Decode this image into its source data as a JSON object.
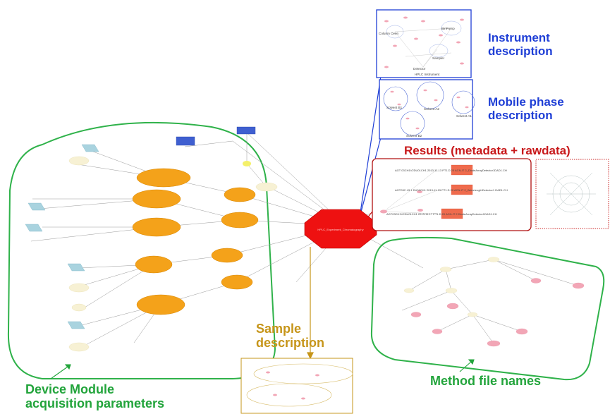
{
  "labels": {
    "instrument": [
      "Instrument",
      "description"
    ],
    "mobile_phase": [
      "Mobile phase",
      "description"
    ],
    "results": "Results (metadata + rawdata)",
    "sample": [
      "Sample",
      "description"
    ],
    "device": [
      "Device Module",
      "acquisition parameters"
    ],
    "method": "Method file names"
  },
  "mobile_phase_nodes": [
    "Solvent B1",
    "Solvent A2",
    "Solvent A1",
    "Solvent B2"
  ],
  "instrument_nodes": [
    "Column Oven",
    "BinPump",
    "Sampler",
    "Detector",
    "HPLC Instrument"
  ],
  "results_rows": [
    "AGT 03CH1V2DU01CH1 2013-11-13 PT1.D 20 ACN-IT 2_DiodeArrayDetector1DAD1.CH",
    "AGT03C 43 1 DU01CH1 2013-11-15  PT1.D 20 ACN-IT 2_WavelengthDetector1 DAD1.CH",
    "AGT03CH1V2DU01CH1 2013-11-17 PT1.D 20 ACN-IT 2 DiodeArrayDetector1DAD1.CH"
  ],
  "colors": {
    "blue_label": "#1f3fd6",
    "red_label": "#c8191b",
    "gold_label": "#c69519",
    "green_label": "#22a43b",
    "center_node": "#ee1111",
    "orange_node": "#f4a21a",
    "blue_node": "#3f5fd0",
    "light_blue_node": "#a9d3df",
    "pink_node": "#f2a6b6"
  }
}
